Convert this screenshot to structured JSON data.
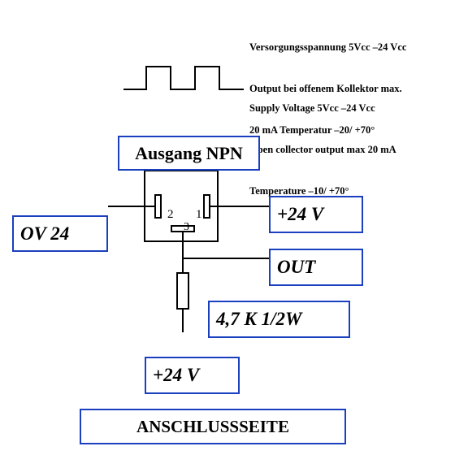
{
  "specs": {
    "german": {
      "line1": "Versorgungsspannung 5Vcc –24 Vcc",
      "line2": "Output bei offenem Kollektor max.",
      "line3": "20 mA Temperatur –20/ +70°"
    },
    "english": {
      "line1": "Supply Voltage 5Vcc –24 Vcc",
      "line2": "Open collector output max 20 mA",
      "line3": "Temperature –10/ +70°"
    }
  },
  "labels": {
    "output_type": "Ausgang NPN",
    "plus_24v_right": "+24 V",
    "ov_24": "OV 24",
    "out": "OUT",
    "resistor": "4,7 K  1/2W",
    "plus_24v_bottom": "+24 V",
    "connection_side": "ANSCHLUSSSEITE"
  },
  "connector_pins": {
    "pin1": "1",
    "pin2": "2",
    "pin3": "3"
  },
  "colors": {
    "box_border": "#1a3fbf",
    "lines": "#000000"
  }
}
